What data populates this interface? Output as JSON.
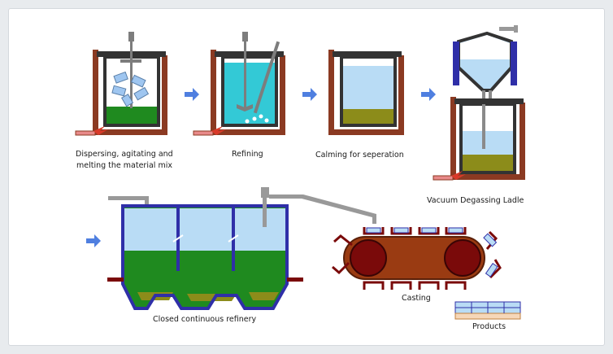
{
  "labels": {
    "dispersing_line1": "Dispersing, agitating and",
    "dispersing_line2": "melting the material mix",
    "refining": "Refining",
    "calming": "Calming for seperation",
    "vacuum": "Vacuum Degassing Ladle",
    "closed_refinery": "Closed continuous refinery",
    "casting": "Casting",
    "products": "Products"
  },
  "colors": {
    "frame_dark": "#3a3a3a",
    "brick": "#8b3a22",
    "melt_green": "#1f8a1f",
    "liquid_cyan": "#33c9d6",
    "liquid_light_blue": "#b9dcf5",
    "sediment_olive": "#8c8c1a",
    "refinery_blue": "#2f2fa8",
    "arrow_blue": "#4f7fe0",
    "drum_red": "#7a0a0a",
    "conveyor_brown": "#9a3b12",
    "flame_red": "#d93a2a"
  },
  "icons": [
    "arrow-right-icon",
    "flame-icon",
    "agitator-icon",
    "pipe-icon"
  ]
}
